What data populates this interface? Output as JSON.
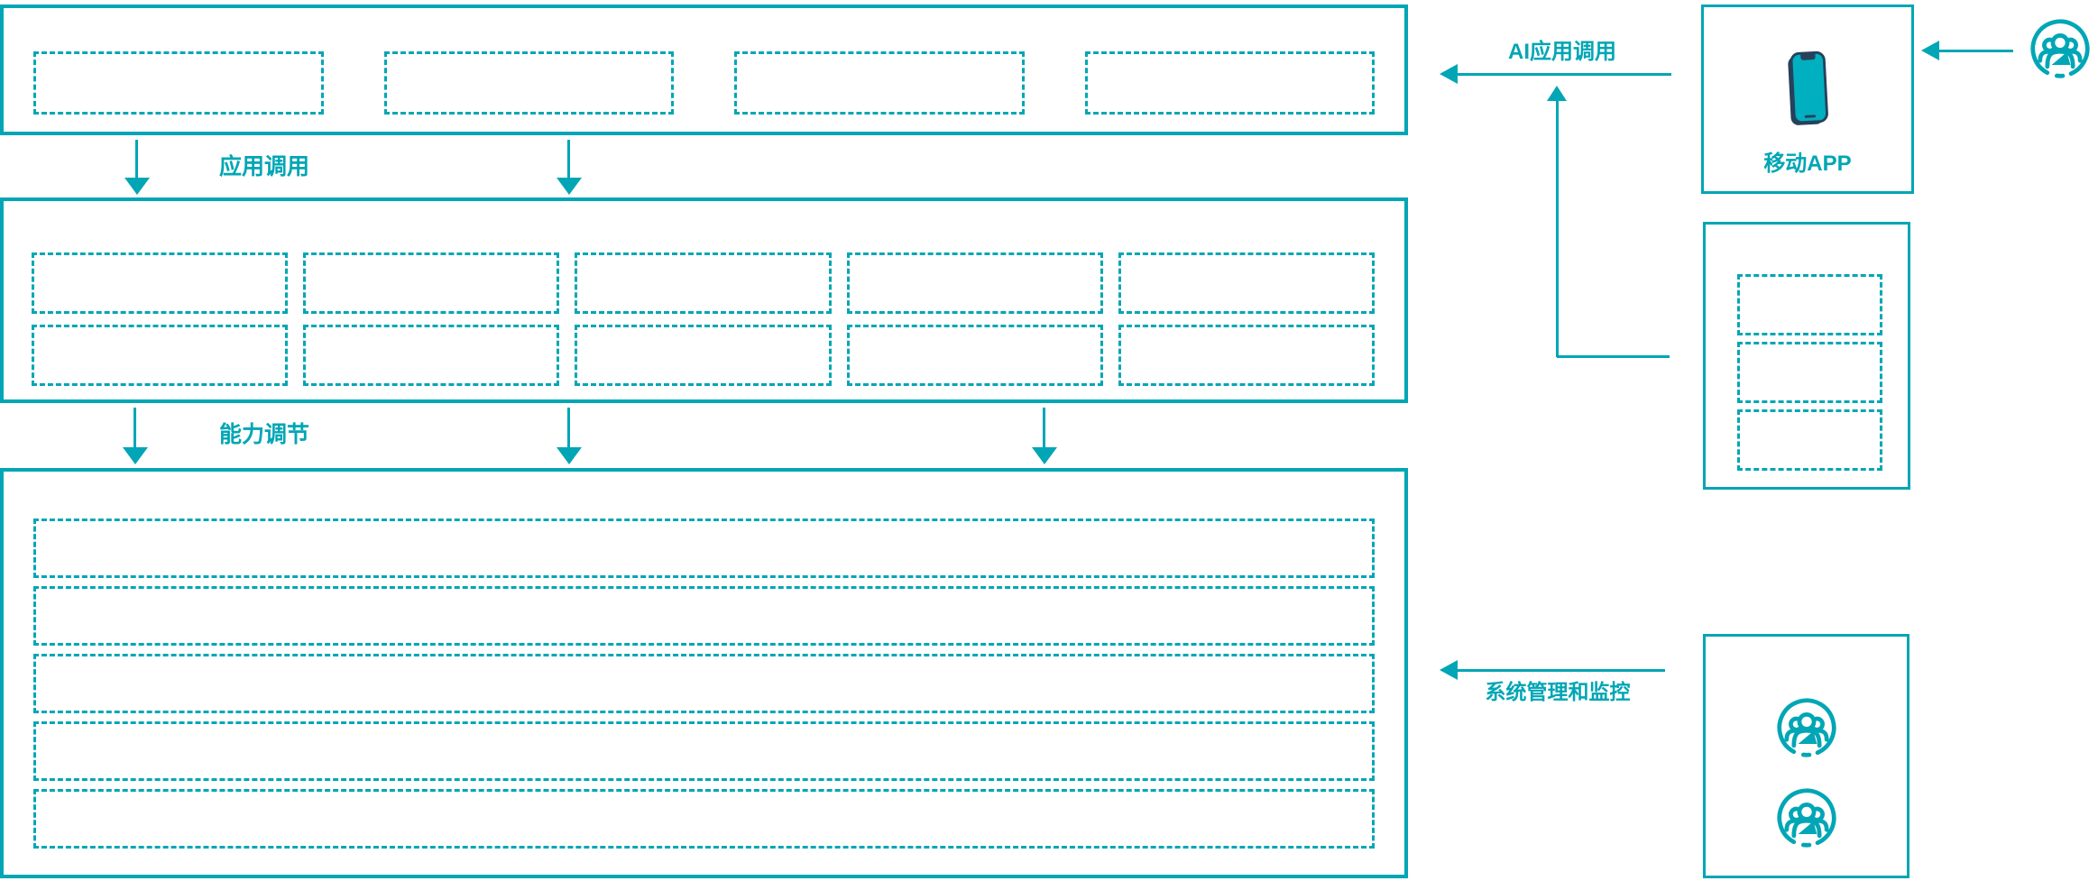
{
  "colors": {
    "teal": "#00a6b5",
    "phone_frame": "#27415c",
    "phone_screen": "#00b0c0",
    "background": "#ffffff"
  },
  "labels": {
    "app_call": "应用调用",
    "capability_adjust": "能力调节",
    "ai_app_call": "AI应用调用",
    "mobile_app": "移动APP",
    "system_monitor": "系统管理和监控"
  },
  "counts": {
    "top_placeholders": 4,
    "middle_placeholders": 10,
    "bottom_rows": 5,
    "side_placeholders": 3,
    "admin_user_icons": 2,
    "external_user_icons": 1
  },
  "icons": {
    "mobile_app": "smartphone-icon",
    "external_user": "users-icon",
    "admin_user": "users-icon"
  }
}
